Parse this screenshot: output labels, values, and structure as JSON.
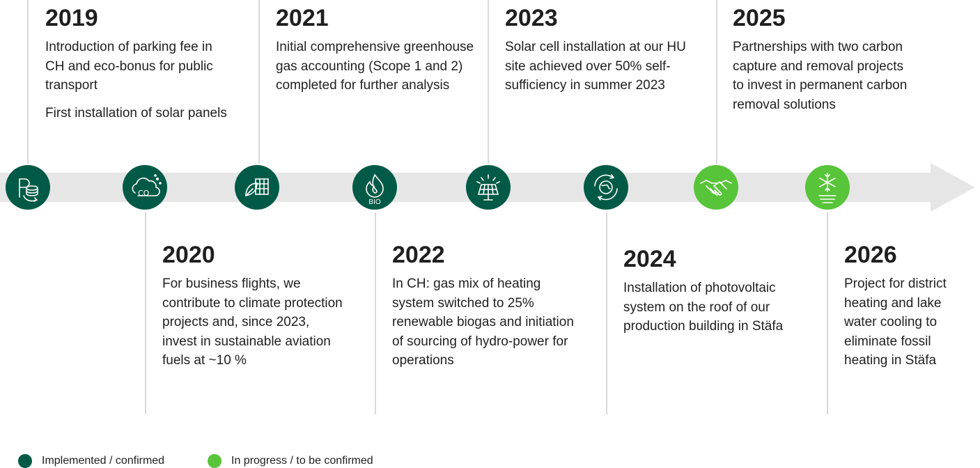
{
  "timeline": {
    "entries": [
      {
        "year": "2019",
        "lines": [
          "Introduction of parking fee in CH and eco-bonus for public transport",
          "First installation of solar panels"
        ],
        "icon": "parking-coins-icon",
        "status": "implemented"
      },
      {
        "year": "2020",
        "lines": [
          "For business flights, we contribute to climate protection projects and, since 2023, invest in sustainable aviation fuels at ~10 %"
        ],
        "icon": "co2-cloud-icon",
        "status": "implemented"
      },
      {
        "year": "2021",
        "lines": [
          "Initial comprehensive greenhouse gas accounting (Scope 1 and 2) completed for further analysis"
        ],
        "icon": "leaf-chart-icon",
        "status": "implemented"
      },
      {
        "year": "2022",
        "lines": [
          "In CH: gas mix of heating system switched to 25% renewable biogas and initiation of sourcing of hydro-power for operations"
        ],
        "icon": "bio-flame-icon",
        "icon_text": "BIO",
        "status": "implemented"
      },
      {
        "year": "2023",
        "lines": [
          "Solar cell installation at our HU site achieved over 50% self-sufficiency in summer 2023"
        ],
        "icon": "solar-panel-icon",
        "status": "implemented"
      },
      {
        "year": "2024",
        "lines": [
          "Installation of photovoltaic system on the roof of our production building in Stäfa"
        ],
        "icon": "recycle-globe-icon",
        "status": "implemented"
      },
      {
        "year": "2025",
        "lines": [
          "Partnerships with two carbon capture and removal projects to invest in permanent carbon removal solutions"
        ],
        "icon": "handshake-icon",
        "status": "in-progress"
      },
      {
        "year": "2026",
        "lines": [
          "Project for district heating and lake water cooling to eliminate fossil heating in Stäfa"
        ],
        "icon": "snowflake-water-icon",
        "status": "in-progress"
      }
    ]
  },
  "legend": {
    "implemented": "Implemented / confirmed",
    "in_progress": "In progress / to be confirmed"
  },
  "colors": {
    "implemented": "#005a45",
    "in_progress": "#58c43a",
    "arrow": "#e6e6e6",
    "connector": "#d9d9d9"
  }
}
